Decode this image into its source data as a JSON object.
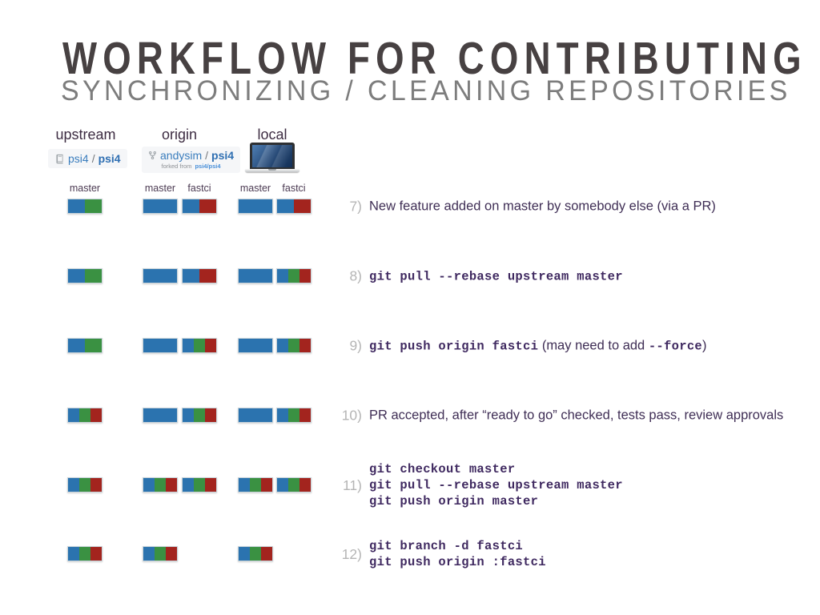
{
  "slide": {
    "title": "WORKFLOW FOR CONTRIBUTING",
    "subtitle": "SYNCHRONIZING / CLEANING REPOSITORIES"
  },
  "colors": {
    "blue": "#2b73af",
    "green": "#3a9142",
    "red": "#a3241e"
  },
  "columns": [
    {
      "label": "upstream",
      "badge": {
        "icon": "repo-icon",
        "owner": "psi4",
        "separator": "/",
        "repo": "psi4"
      }
    },
    {
      "label": "origin",
      "badge": {
        "icon": "fork-icon",
        "owner": "andysim",
        "separator": "/",
        "repo": "psi4",
        "forked_note": "forked from",
        "forked_repo": "psi4/psi4"
      }
    },
    {
      "label": "local",
      "badge": {
        "icon": "laptop-icon"
      }
    }
  ],
  "branch_labels": [
    {
      "column": "upstream",
      "branch": "master"
    },
    {
      "column": "origin",
      "branch": "master"
    },
    {
      "column": "origin",
      "branch": "fastci"
    },
    {
      "column": "local",
      "branch": "master"
    },
    {
      "column": "local",
      "branch": "fastci"
    }
  ],
  "rows": [
    {
      "step": "7)",
      "bars": {
        "upstream_master": [
          "blue",
          "green"
        ],
        "origin_master": [
          "blue",
          "blue"
        ],
        "origin_fastci": [
          "blue",
          "red"
        ],
        "local_master": [
          "blue",
          "blue"
        ],
        "local_fastci": [
          "blue",
          "red"
        ]
      },
      "text_lines": [
        [
          {
            "style": "sans",
            "text": "New feature added on master by somebody else (via a PR)"
          }
        ]
      ]
    },
    {
      "step": "8)",
      "bars": {
        "upstream_master": [
          "blue",
          "green"
        ],
        "origin_master": [
          "blue",
          "blue"
        ],
        "origin_fastci": [
          "blue",
          "red"
        ],
        "local_master": [
          "blue",
          "blue"
        ],
        "local_fastci": [
          "blue",
          "green",
          "red"
        ]
      },
      "text_lines": [
        [
          {
            "style": "mono",
            "text": "git pull --rebase upstream master"
          }
        ]
      ]
    },
    {
      "step": "9)",
      "bars": {
        "upstream_master": [
          "blue",
          "green"
        ],
        "origin_master": [
          "blue",
          "blue"
        ],
        "origin_fastci": [
          "blue",
          "green",
          "red"
        ],
        "local_master": [
          "blue",
          "blue"
        ],
        "local_fastci": [
          "blue",
          "green",
          "red"
        ]
      },
      "text_lines": [
        [
          {
            "style": "mono",
            "text": "git push origin fastci"
          },
          {
            "style": "sans",
            "text": " (may need to add "
          },
          {
            "style": "mono",
            "text": "--force"
          },
          {
            "style": "sans",
            "text": ")"
          }
        ]
      ]
    },
    {
      "step": "10)",
      "bars": {
        "upstream_master": [
          "blue",
          "green",
          "red"
        ],
        "origin_master": [
          "blue",
          "blue"
        ],
        "origin_fastci": [
          "blue",
          "green",
          "red"
        ],
        "local_master": [
          "blue",
          "blue"
        ],
        "local_fastci": [
          "blue",
          "green",
          "red"
        ]
      },
      "text_lines": [
        [
          {
            "style": "sans",
            "text": "PR accepted, after “ready to go” checked, tests pass, review approvals"
          }
        ]
      ]
    },
    {
      "step": "11)",
      "bars": {
        "upstream_master": [
          "blue",
          "green",
          "red"
        ],
        "origin_master": [
          "blue",
          "green",
          "red"
        ],
        "origin_fastci": [
          "blue",
          "green",
          "red"
        ],
        "local_master": [
          "blue",
          "green",
          "red"
        ],
        "local_fastci": [
          "blue",
          "green",
          "red"
        ]
      },
      "text_lines": [
        [
          {
            "style": "mono",
            "text": "git checkout master"
          }
        ],
        [
          {
            "style": "mono",
            "text": "git pull --rebase upstream master"
          }
        ],
        [
          {
            "style": "mono",
            "text": "git push origin master"
          }
        ]
      ]
    },
    {
      "step": "12)",
      "bars": {
        "upstream_master": [
          "blue",
          "green",
          "red"
        ],
        "origin_master": [
          "blue",
          "green",
          "red"
        ],
        "origin_fastci": null,
        "local_master": [
          "blue",
          "green",
          "red"
        ],
        "local_fastci": null
      },
      "text_lines": [
        [
          {
            "style": "mono",
            "text": "git branch -d fastci"
          }
        ],
        [
          {
            "style": "mono",
            "text": "git push origin :fastci"
          }
        ]
      ]
    }
  ]
}
